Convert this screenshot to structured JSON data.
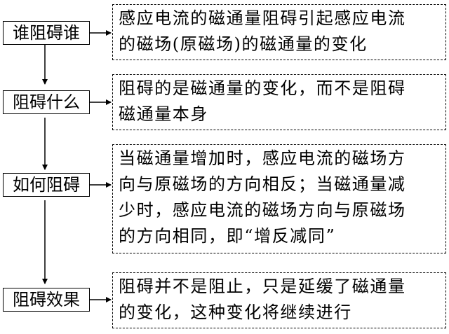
{
  "nodes": [
    {
      "label": "谁阻碍谁",
      "lines": [
        "感应电流的磁通量阻碍引起感应电流",
        "的磁场(原磁场)的磁通量的变化"
      ]
    },
    {
      "label": "阻碍什么",
      "lines": [
        "阻碍的是磁通量的变化，而不是阻碍",
        "磁通量本身"
      ]
    },
    {
      "label": "如何阻碍",
      "lines": [
        "当磁通量增加时，感应电流的磁场方",
        "向与原磁场的方向相反；当磁通量减",
        "少时，感应电流的磁场方向与原磁场",
        "的方向相同，即“增反减同”"
      ]
    },
    {
      "label": "阻碍效果",
      "lines": [
        "阻碍并不是阻止，只是延缓了磁通量",
        "的变化，这种变化将继续进行"
      ]
    }
  ]
}
